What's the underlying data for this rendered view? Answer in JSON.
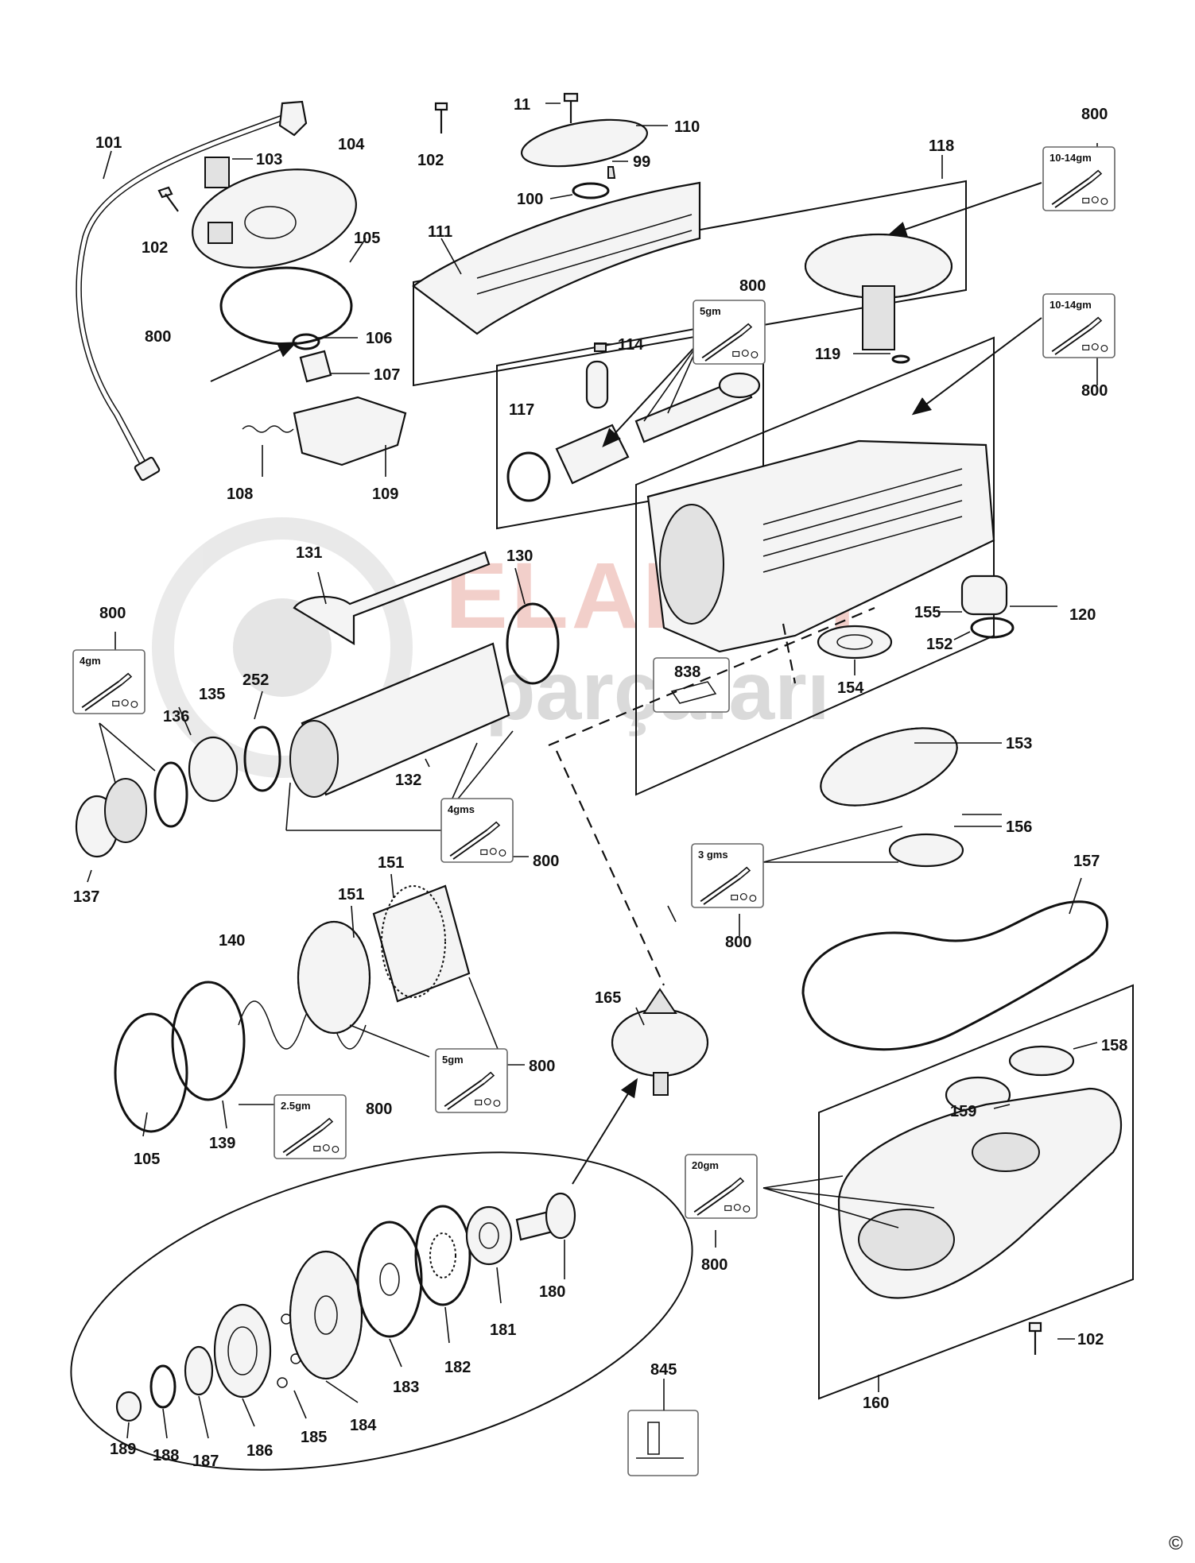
{
  "watermark": {
    "line1": "ELALETİ",
    "line2": "parçaları",
    "color_primary": "#e8a9a0",
    "color_secondary": "#bdbdbd"
  },
  "copyright": "©",
  "callouts": [
    {
      "id": "101",
      "text": "101"
    },
    {
      "id": "103",
      "text": "103"
    },
    {
      "id": "104",
      "text": "104"
    },
    {
      "id": "102a",
      "text": "102"
    },
    {
      "id": "105a",
      "text": "105"
    },
    {
      "id": "106",
      "text": "106"
    },
    {
      "id": "107",
      "text": "107"
    },
    {
      "id": "108",
      "text": "108"
    },
    {
      "id": "109",
      "text": "109"
    },
    {
      "id": "800a",
      "text": "800"
    },
    {
      "id": "102b",
      "text": "102"
    },
    {
      "id": "11",
      "text": "11"
    },
    {
      "id": "110",
      "text": "110"
    },
    {
      "id": "99",
      "text": "99"
    },
    {
      "id": "100",
      "text": "100"
    },
    {
      "id": "111",
      "text": "111"
    },
    {
      "id": "118",
      "text": "118"
    },
    {
      "id": "800b",
      "text": "800"
    },
    {
      "id": "119",
      "text": "119"
    },
    {
      "id": "800c",
      "text": "800"
    },
    {
      "id": "114",
      "text": "114"
    },
    {
      "id": "117",
      "text": "117"
    },
    {
      "id": "800d",
      "text": "800"
    },
    {
      "id": "131",
      "text": "131"
    },
    {
      "id": "130",
      "text": "130"
    },
    {
      "id": "120",
      "text": "120"
    },
    {
      "id": "155",
      "text": "155"
    },
    {
      "id": "152",
      "text": "152"
    },
    {
      "id": "154",
      "text": "154"
    },
    {
      "id": "838",
      "text": "838"
    },
    {
      "id": "800e",
      "text": "800"
    },
    {
      "id": "135",
      "text": "135"
    },
    {
      "id": "252",
      "text": "252"
    },
    {
      "id": "136",
      "text": "136"
    },
    {
      "id": "132",
      "text": "132"
    },
    {
      "id": "137",
      "text": "137"
    },
    {
      "id": "800f",
      "text": "800"
    },
    {
      "id": "153",
      "text": "153"
    },
    {
      "id": "156",
      "text": "156"
    },
    {
      "id": "800g",
      "text": "800"
    },
    {
      "id": "157",
      "text": "157"
    },
    {
      "id": "151a",
      "text": "151"
    },
    {
      "id": "151b",
      "text": "151"
    },
    {
      "id": "140",
      "text": "140"
    },
    {
      "id": "165",
      "text": "165"
    },
    {
      "id": "800h",
      "text": "800"
    },
    {
      "id": "158",
      "text": "158"
    },
    {
      "id": "159",
      "text": "159"
    },
    {
      "id": "105b",
      "text": "105"
    },
    {
      "id": "139",
      "text": "139"
    },
    {
      "id": "800i",
      "text": "800"
    },
    {
      "id": "800j",
      "text": "800"
    },
    {
      "id": "180",
      "text": "180"
    },
    {
      "id": "181",
      "text": "181"
    },
    {
      "id": "182",
      "text": "182"
    },
    {
      "id": "183",
      "text": "183"
    },
    {
      "id": "184",
      "text": "184"
    },
    {
      "id": "185",
      "text": "185"
    },
    {
      "id": "186",
      "text": "186"
    },
    {
      "id": "187",
      "text": "187"
    },
    {
      "id": "188",
      "text": "188"
    },
    {
      "id": "189",
      "text": "189"
    },
    {
      "id": "845",
      "text": "845"
    },
    {
      "id": "102c",
      "text": "102"
    },
    {
      "id": "160",
      "text": "160"
    }
  ],
  "grease_cards": [
    {
      "id": "g1",
      "text": "10-14gm"
    },
    {
      "id": "g2",
      "text": "5gm"
    },
    {
      "id": "g3",
      "text": "10-14gm"
    },
    {
      "id": "g4",
      "text": "4gm"
    },
    {
      "id": "g5",
      "text": "4gms"
    },
    {
      "id": "g6",
      "text": "3 gms"
    },
    {
      "id": "g7",
      "text": "5gm"
    },
    {
      "id": "g8",
      "text": "2.5gm"
    },
    {
      "id": "g9",
      "text": "20gm"
    }
  ]
}
